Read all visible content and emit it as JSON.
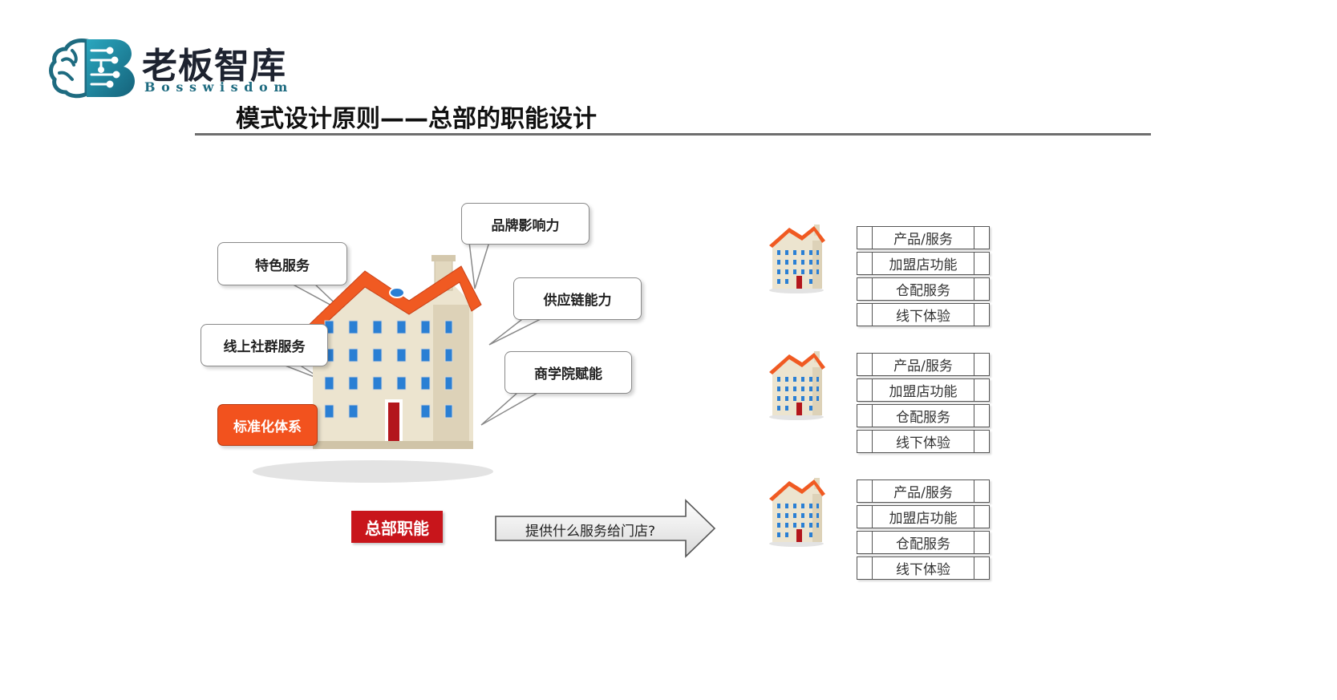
{
  "logo": {
    "name_cn": "老板智库",
    "name_en": "Bosswisdom"
  },
  "title": "模式设计原则——总部的职能设计",
  "headquarters": {
    "bubbles": {
      "brand": "品牌影响力",
      "special": "特色服务",
      "supply": "供应链能力",
      "online": "线上社群服务",
      "academy": "商学院赋能",
      "standard": "标准化体系"
    },
    "label": "总部职能"
  },
  "arrow_text": "提供什么服务给门店?",
  "stores": [
    {
      "services": [
        "产品/服务",
        "加盟店功能",
        "仓配服务",
        "线下体验"
      ]
    },
    {
      "services": [
        "产品/服务",
        "加盟店功能",
        "仓配服务",
        "线下体验"
      ]
    },
    {
      "services": [
        "产品/服务",
        "加盟店功能",
        "仓配服务",
        "线下体验"
      ]
    }
  ],
  "colors": {
    "roof": "#f05a22",
    "wall": "#ece4cf",
    "window": "#2a7fd4",
    "door": "#b3161c",
    "standard_bubble": "#f2521e",
    "hq_label": "#c8151b",
    "logo_teal": "#1e6b80"
  },
  "icons": [
    "brain-logo-icon",
    "building-icon",
    "right-arrow-icon"
  ]
}
